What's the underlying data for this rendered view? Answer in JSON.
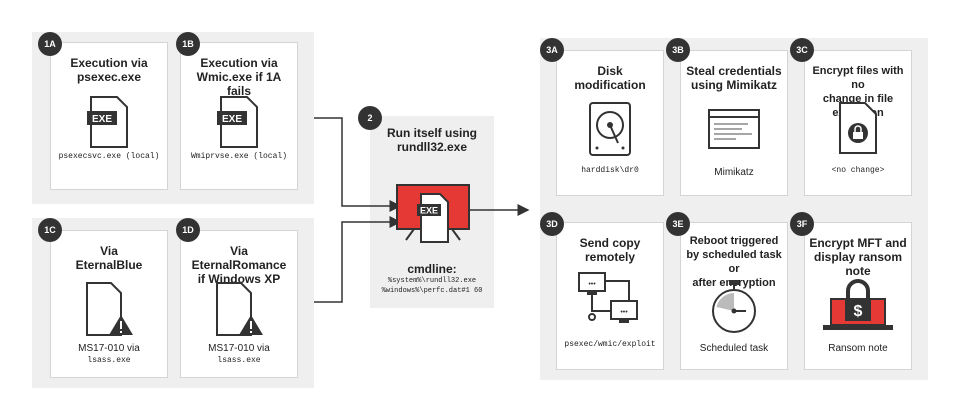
{
  "colors": {
    "accent": "#e53935",
    "dark": "#333333",
    "panel": "#efefef"
  },
  "cards": {
    "c1a": {
      "badge": "1A",
      "title_l1": "Execution via",
      "title_l2": "psexec.exe",
      "caption_l1": "psexecsvc.exe (local)",
      "caption_l2": "",
      "icon": "exe-file-icon"
    },
    "c1b": {
      "badge": "1B",
      "title_l1": "Execution via",
      "title_l2": "Wmic.exe if 1A fails",
      "caption_l1": "Wmiprvse.exe (local)",
      "caption_l2": "",
      "icon": "exe-file-icon"
    },
    "c1c": {
      "badge": "1C",
      "title_l1": "Via",
      "title_l2": "EternalBlue",
      "caption_l1": "MS17-010 via",
      "caption_l2": "lsass.exe",
      "icon": "warning-file-icon"
    },
    "c1d": {
      "badge": "1D",
      "title_l1": "Via EternalRomance",
      "title_l2": "if Windows XP",
      "caption_l1": "MS17-010 via",
      "caption_l2": "lsass.exe",
      "icon": "warning-file-icon"
    },
    "c3a": {
      "badge": "3A",
      "title_l1": "Disk modification",
      "title_l2": "",
      "caption_l1": "harddisk\\dr0",
      "caption_l2": "",
      "icon": "hard-disk-icon"
    },
    "c3b": {
      "badge": "3B",
      "title_l1": "Steal credentials",
      "title_l2": "using Mimikatz",
      "caption_l1": "Mimikatz",
      "caption_l2": "",
      "icon": "window-icon"
    },
    "c3c": {
      "badge": "3C",
      "title_l1": "Encrypt files with no",
      "title_l2": "change in file extension",
      "caption_l1": "<no change>",
      "caption_l2": "",
      "icon": "locked-file-icon"
    },
    "c3d": {
      "badge": "3D",
      "title_l1": "Send copy",
      "title_l2": "remotely",
      "caption_l1": "psexec/wmic/exploit",
      "caption_l2": "",
      "icon": "network-computers-icon"
    },
    "c3e": {
      "badge": "3E",
      "title_l1": "Reboot triggered",
      "title_l2": "by scheduled task or",
      "title_l3": "after encryption",
      "caption_l1": "Scheduled task",
      "caption_l2": "",
      "icon": "stopwatch-icon"
    },
    "c3f": {
      "badge": "3F",
      "title_l1": "Encrypt MFT and",
      "title_l2": "display ransom note",
      "caption_l1": "Ransom note",
      "caption_l2": "",
      "icon": "ransom-laptop-icon"
    }
  },
  "center": {
    "badge": "2",
    "title_l1": "Run itself using",
    "title_l2": "rundll32.exe",
    "cmd_label": "cmdline:",
    "cmd_l1": "%system%\\rundll32.exe",
    "cmd_l2": "%windows%\\perfc.dat#1 60",
    "icon": "monitor-exe-icon"
  },
  "exe_label": "EXE"
}
